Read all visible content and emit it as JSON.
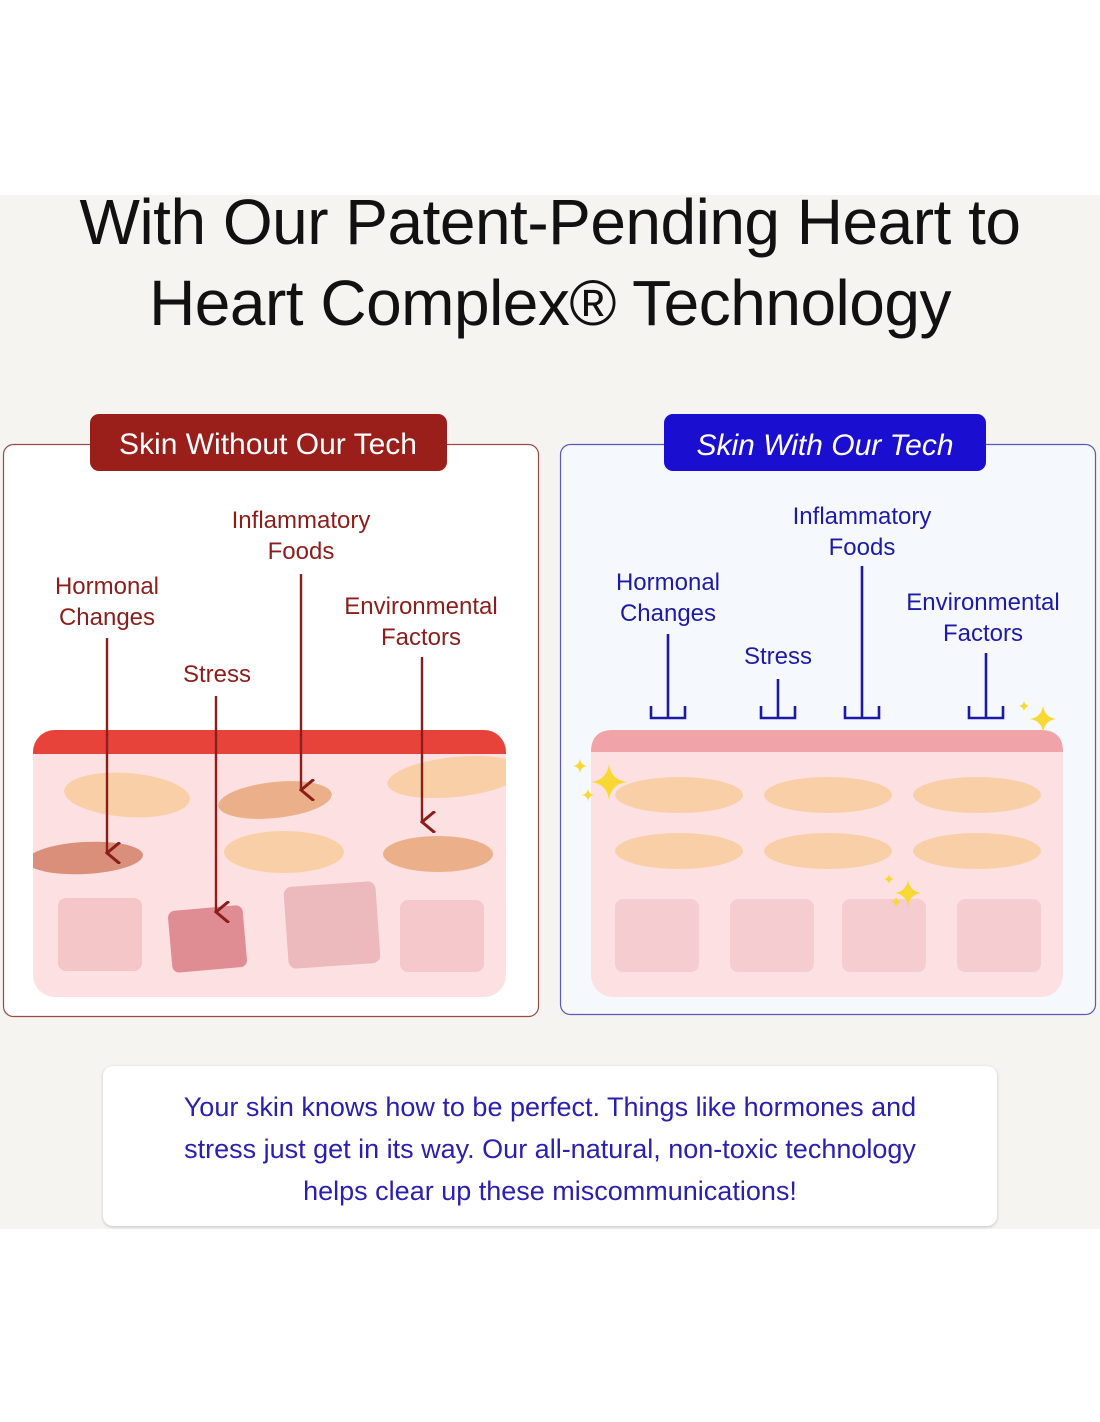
{
  "headline": {
    "lines": [
      "With Our Patent-Pending Heart to",
      "Heart Complex® Technology"
    ]
  },
  "left_panel": {
    "title": "Skin Without Our Tech",
    "labels": {
      "hormonal": [
        "Hormonal",
        "Changes"
      ],
      "inflammatory": [
        "Inflammatory",
        "Foods"
      ],
      "environmental": [
        "Environmental",
        "Factors"
      ],
      "stress": "Stress"
    },
    "colors": {
      "accent": "#9a1f1a",
      "text": "#8b1e1a",
      "top_layer": "#e8433a"
    }
  },
  "right_panel": {
    "title": "Skin With Our Tech",
    "labels": {
      "hormonal": [
        "Hormonal",
        "Changes"
      ],
      "inflammatory": [
        "Inflammatory",
        "Foods"
      ],
      "environmental": [
        "Environmental",
        "Factors"
      ],
      "stress": "Stress"
    },
    "colors": {
      "accent": "#1a0fd0",
      "text": "#1e1aa8",
      "top_layer": "#f0a3a8"
    }
  },
  "caption": {
    "lines": [
      "Your skin knows how to be perfect. Things like hormones and",
      "stress just get in its way. Our all-natural, non-toxic technology",
      "helps clear up these miscommunications!"
    ]
  }
}
